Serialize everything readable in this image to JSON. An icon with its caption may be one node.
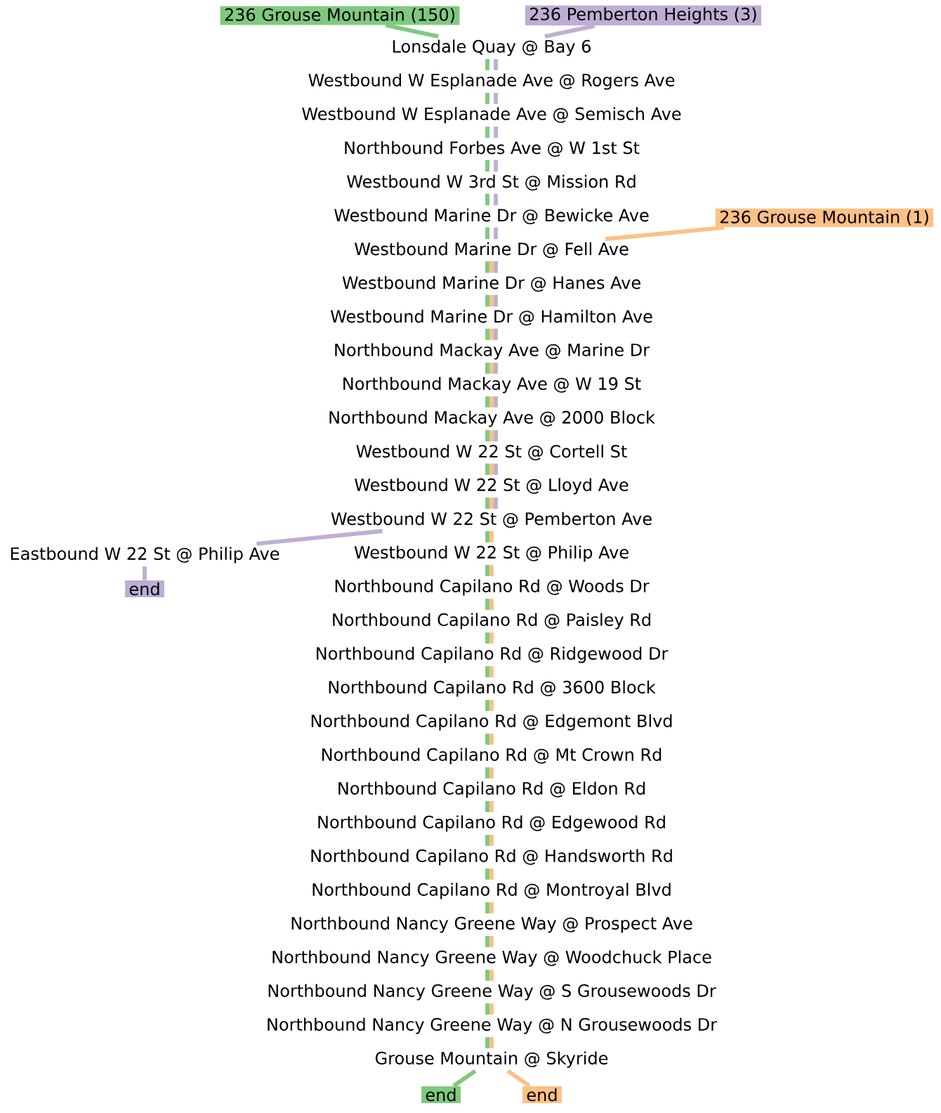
{
  "diagram": {
    "nodes": [
      {
        "text": [
          "236 Grouse Mountain (150)"
        ]
      },
      {
        "text": [
          "236 Pemberton Heights (3)"
        ]
      },
      {
        "text": [
          "Lonsdale Quay @ Bay 6"
        ]
      },
      {
        "text": [
          "Westbound W Esplanade Ave @ Rogers Ave"
        ]
      },
      {
        "text": [
          "Westbound W Esplanade Ave @ Semisch Ave"
        ]
      },
      {
        "text": [
          "Northbound Forbes Ave @ W 1st St"
        ]
      },
      {
        "text": [
          "Westbound W 3rd St @ Mission Rd"
        ]
      },
      {
        "text": [
          "Westbound Marine Dr @ Bewicke Ave"
        ]
      },
      {
        "text": [
          "236 Grouse Mountain (1)"
        ]
      },
      {
        "text": [
          "Westbound Marine Dr @ Fell Ave"
        ]
      },
      {
        "text": [
          "Westbound Marine Dr @ Hanes Ave"
        ]
      },
      {
        "text": [
          "Westbound Marine Dr @ Hamilton Ave"
        ]
      },
      {
        "text": [
          "Northbound Mackay Ave @ Marine Dr"
        ]
      },
      {
        "text": [
          "Northbound Mackay Ave @ W 19 St"
        ]
      },
      {
        "text": [
          "Northbound Mackay Ave @ 2000 Block"
        ]
      },
      {
        "text": [
          "Westbound W 22 St @ Cortell St"
        ]
      },
      {
        "text": [
          "Westbound W 22 St @ Lloyd Ave"
        ]
      },
      {
        "text": [
          "Westbound W 22 St @ Pemberton Ave"
        ]
      },
      {
        "text": [
          "Eastbound W 22 St @ Philip Ave"
        ]
      },
      {
        "text": [
          "Westbound W 22 St @ Philip Ave"
        ]
      },
      {
        "text": [
          "end"
        ]
      },
      {
        "text": [
          "Northbound Capilano Rd @ Woods Dr"
        ]
      },
      {
        "text": [
          "Northbound Capilano Rd @ Paisley Rd"
        ]
      },
      {
        "text": [
          "Northbound Capilano Rd @ Ridgewood Dr"
        ]
      },
      {
        "text": [
          "Northbound Capilano Rd @ 3600 Block"
        ]
      },
      {
        "text": [
          "Northbound Capilano Rd @ Edgemont Blvd"
        ]
      },
      {
        "text": [
          "Northbound Capilano Rd @ Mt Crown Rd"
        ]
      },
      {
        "text": [
          "Northbound Capilano Rd @ Eldon Rd"
        ]
      },
      {
        "text": [
          "Northbound Capilano Rd @ Edgewood Rd"
        ]
      },
      {
        "text": [
          "Northbound Capilano Rd @ Handsworth Rd"
        ]
      },
      {
        "text": [
          "Northbound Capilano Rd @ Montroyal Blvd"
        ]
      },
      {
        "text": [
          "Northbound Nancy Greene Way @ Prospect Ave"
        ]
      },
      {
        "text": [
          "Northbound Nancy Greene Way @ Woodchuck Place"
        ]
      },
      {
        "text": [
          "Northbound Nancy Greene Way @ S Grousewoods Dr"
        ]
      },
      {
        "text": [
          "Northbound Nancy Greene Way @ N Grousewoods Dr"
        ]
      },
      {
        "text": [
          "Grouse Mountain @ Skyride"
        ]
      },
      {
        "text": [
          "end"
        ]
      },
      {
        "text": [
          "end"
        ]
      }
    ],
    "edges": [
      {
        "from": 0,
        "to": 2,
        "arrow": "none",
        "color": "#7fc97f"
      },
      {
        "from": 2,
        "to": 3,
        "arrow": "none",
        "color": "#7fc97f"
      },
      {
        "from": 3,
        "to": 4,
        "arrow": "none",
        "color": "#7fc97f"
      },
      {
        "from": 4,
        "to": 5,
        "arrow": "none",
        "color": "#7fc97f"
      },
      {
        "from": 5,
        "to": 6,
        "arrow": "none",
        "color": "#7fc97f"
      },
      {
        "from": 6,
        "to": 7,
        "arrow": "none",
        "color": "#7fc97f"
      },
      {
        "from": 7,
        "to": 9,
        "arrow": "none",
        "color": "#7fc97f"
      },
      {
        "from": 9,
        "to": 10,
        "arrow": "none",
        "color": "#7fc97f"
      },
      {
        "from": 10,
        "to": 11,
        "arrow": "none",
        "color": "#7fc97f"
      },
      {
        "from": 11,
        "to": 12,
        "arrow": "none",
        "color": "#7fc97f"
      },
      {
        "from": 12,
        "to": 13,
        "arrow": "none",
        "color": "#7fc97f"
      },
      {
        "from": 13,
        "to": 14,
        "arrow": "none",
        "color": "#7fc97f"
      },
      {
        "from": 14,
        "to": 15,
        "arrow": "none",
        "color": "#7fc97f"
      },
      {
        "from": 15,
        "to": 16,
        "arrow": "none",
        "color": "#7fc97f"
      },
      {
        "from": 16,
        "to": 17,
        "arrow": "none",
        "color": "#7fc97f"
      },
      {
        "from": 17,
        "to": 19,
        "arrow": "none",
        "color": "#7fc97f"
      },
      {
        "from": 19,
        "to": 21,
        "arrow": "none",
        "color": "#7fc97f"
      },
      {
        "from": 21,
        "to": 22,
        "arrow": "none",
        "color": "#7fc97f"
      },
      {
        "from": 22,
        "to": 23,
        "arrow": "none",
        "color": "#7fc97f"
      },
      {
        "from": 23,
        "to": 24,
        "arrow": "none",
        "color": "#7fc97f"
      },
      {
        "from": 24,
        "to": 25,
        "arrow": "none",
        "color": "#7fc97f"
      },
      {
        "from": 25,
        "to": 26,
        "arrow": "none",
        "color": "#7fc97f"
      },
      {
        "from": 26,
        "to": 27,
        "arrow": "none",
        "color": "#7fc97f"
      },
      {
        "from": 27,
        "to": 28,
        "arrow": "none",
        "color": "#7fc97f"
      },
      {
        "from": 28,
        "to": 29,
        "arrow": "none",
        "color": "#7fc97f"
      },
      {
        "from": 29,
        "to": 30,
        "arrow": "none",
        "color": "#7fc97f"
      },
      {
        "from": 30,
        "to": 31,
        "arrow": "none",
        "color": "#7fc97f"
      },
      {
        "from": 31,
        "to": 32,
        "arrow": "none",
        "color": "#7fc97f"
      },
      {
        "from": 32,
        "to": 33,
        "arrow": "none",
        "color": "#7fc97f"
      },
      {
        "from": 33,
        "to": 34,
        "arrow": "none",
        "color": "#7fc97f"
      },
      {
        "from": 34,
        "to": 35,
        "arrow": "none",
        "color": "#7fc97f"
      },
      {
        "from": 35,
        "to": 36,
        "arrow": "none",
        "color": "#7fc97f"
      },
      {
        "from": 1,
        "to": 2,
        "arrow": "none",
        "color": "#beaed4"
      },
      {
        "from": 2,
        "to": 3,
        "arrow": "none",
        "color": "#beaed4"
      },
      {
        "from": 3,
        "to": 4,
        "arrow": "none",
        "color": "#beaed4"
      },
      {
        "from": 4,
        "to": 5,
        "arrow": "none",
        "color": "#beaed4"
      },
      {
        "from": 5,
        "to": 6,
        "arrow": "none",
        "color": "#beaed4"
      },
      {
        "from": 6,
        "to": 7,
        "arrow": "none",
        "color": "#beaed4"
      },
      {
        "from": 7,
        "to": 9,
        "arrow": "none",
        "color": "#beaed4"
      },
      {
        "from": 9,
        "to": 10,
        "arrow": "none",
        "color": "#beaed4"
      },
      {
        "from": 10,
        "to": 11,
        "arrow": "none",
        "color": "#beaed4"
      },
      {
        "from": 11,
        "to": 12,
        "arrow": "none",
        "color": "#beaed4"
      },
      {
        "from": 12,
        "to": 13,
        "arrow": "none",
        "color": "#beaed4"
      },
      {
        "from": 13,
        "to": 14,
        "arrow": "none",
        "color": "#beaed4"
      },
      {
        "from": 14,
        "to": 15,
        "arrow": "none",
        "color": "#beaed4"
      },
      {
        "from": 15,
        "to": 16,
        "arrow": "none",
        "color": "#beaed4"
      },
      {
        "from": 16,
        "to": 17,
        "arrow": "none",
        "color": "#beaed4"
      },
      {
        "from": 17,
        "to": 18,
        "arrow": "none",
        "color": "#beaed4"
      },
      {
        "from": 18,
        "to": 20,
        "arrow": "none",
        "color": "#beaed4"
      },
      {
        "from": 8,
        "to": 9,
        "arrow": "none",
        "color": "#fdc086"
      },
      {
        "from": 9,
        "to": 10,
        "arrow": "none",
        "color": "#fdc086"
      },
      {
        "from": 10,
        "to": 11,
        "arrow": "none",
        "color": "#fdc086"
      },
      {
        "from": 11,
        "to": 12,
        "arrow": "none",
        "color": "#fdc086"
      },
      {
        "from": 12,
        "to": 13,
        "arrow": "none",
        "color": "#fdc086"
      },
      {
        "from": 13,
        "to": 14,
        "arrow": "none",
        "color": "#fdc086"
      },
      {
        "from": 14,
        "to": 15,
        "arrow": "none",
        "color": "#fdc086"
      },
      {
        "from": 15,
        "to": 16,
        "arrow": "none",
        "color": "#fdc086"
      },
      {
        "from": 16,
        "to": 17,
        "arrow": "none",
        "color": "#fdc086"
      },
      {
        "from": 17,
        "to": 19,
        "arrow": "none",
        "color": "#fdc086"
      },
      {
        "from": 19,
        "to": 21,
        "arrow": "none",
        "color": "#fdc086"
      },
      {
        "from": 21,
        "to": 22,
        "arrow": "none",
        "color": "#fdc086"
      },
      {
        "from": 22,
        "to": 23,
        "arrow": "none",
        "color": "#fdc086"
      },
      {
        "from": 23,
        "to": 24,
        "arrow": "none",
        "color": "#fdc086"
      },
      {
        "from": 24,
        "to": 25,
        "arrow": "none",
        "color": "#fdc086"
      },
      {
        "from": 25,
        "to": 26,
        "arrow": "none",
        "color": "#fdc086"
      },
      {
        "from": 26,
        "to": 27,
        "arrow": "none",
        "color": "#fdc086"
      },
      {
        "from": 27,
        "to": 28,
        "arrow": "none",
        "color": "#fdc086"
      },
      {
        "from": 28,
        "to": 29,
        "arrow": "none",
        "color": "#fdc086"
      },
      {
        "from": 29,
        "to": 30,
        "arrow": "none",
        "color": "#fdc086"
      },
      {
        "from": 30,
        "to": 31,
        "arrow": "none",
        "color": "#fdc086"
      },
      {
        "from": 31,
        "to": 32,
        "arrow": "none",
        "color": "#fdc086"
      },
      {
        "from": 32,
        "to": 33,
        "arrow": "none",
        "color": "#fdc086"
      },
      {
        "from": 33,
        "to": 34,
        "arrow": "none",
        "color": "#fdc086"
      },
      {
        "from": 34,
        "to": 35,
        "arrow": "none",
        "color": "#fdc086"
      },
      {
        "from": 35,
        "to": 37,
        "arrow": "none",
        "color": "#fdc086"
      }
    ]
  }
}
